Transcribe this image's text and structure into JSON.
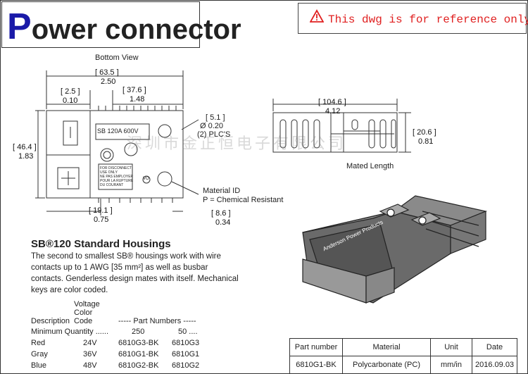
{
  "title": {
    "first_letter": "P",
    "rest": "ower connector"
  },
  "reference_note": "This dwg is for reference only",
  "bottom_view": {
    "caption": "Bottom View",
    "width_mm": "[ 63.5 ]",
    "width_in": "2.50",
    "left_offset_mm": "[ 2.5 ]",
    "left_offset_in": "0.10",
    "mid_mm": "[ 37.6 ]",
    "mid_in": "1.48",
    "height_mm": "[ 46.4 ]",
    "height_in": "1.83",
    "hole_mm": "[ 5.1 ]",
    "hole_dia": "Ø 0.20",
    "hole_count": "(2) PLC'S",
    "bottom_left_mm": "[ 19.1 ]",
    "bottom_left_in": "0.75",
    "bottom_right_mm": "[ 8.6 ]",
    "bottom_right_in": "0.34",
    "material_id": "Material ID",
    "material_p": "P =  Chemical Resistant",
    "housing_text_1": "SB  120A  600V",
    "housing_text_2": "FOR DISCONNECT\nUSE ONLY\nNE PAS EMPLOYER\nPOUR LA RUPTURE\nDU COURANT",
    "vo_mark": "VO"
  },
  "mated_view": {
    "length_mm": "[ 104.6 ]",
    "length_in": "4.12",
    "height_mm": "[ 20.6 ]",
    "height_in": "0.81",
    "caption": "Mated Length"
  },
  "watermark": "深圳市金正恒电子有限公司",
  "iso_label": "Anderson Power Products",
  "section": {
    "heading": "SB®120 Standard Housings",
    "description": "The second to smallest SB® housings work with wire contacts up to 1 AWG [35 mm²] as well as busbar contacts. Genderless design mates with itself. Mechanical keys are color coded."
  },
  "parts_table": {
    "header_voltage": "Voltage\nColor\nCode",
    "header_description": "Description",
    "header_parts": "----- Part Numbers -----",
    "min_qty_label": "Minimum Quantity ......",
    "min_qty_1": "250",
    "min_qty_2": "50  ....",
    "rows": [
      {
        "color": "Red",
        "voltage": "24V",
        "pn1": "6810G3-BK",
        "pn2": "6810G3"
      },
      {
        "color": "Gray",
        "voltage": "36V",
        "pn1": "6810G1-BK",
        "pn2": "6810G1"
      },
      {
        "color": "Blue",
        "voltage": "48V",
        "pn1": "6810G2-BK",
        "pn2": "6810G2"
      }
    ]
  },
  "info_box": {
    "headers": [
      "Part number",
      "Material",
      "Unit",
      "Date"
    ],
    "values": [
      "6810G1-BK",
      "Polycarbonate (PC)",
      "mm/in",
      "2016.09.03"
    ]
  }
}
